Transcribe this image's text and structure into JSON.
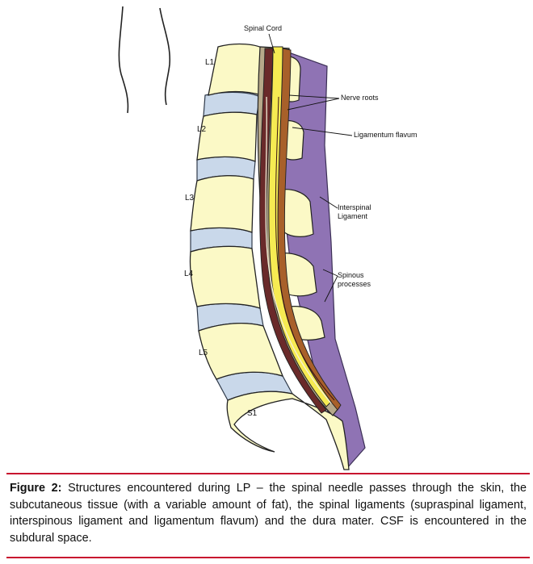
{
  "figure": {
    "labels": {
      "spinal_cord": "Spinal Cord",
      "nerve_roots": "Nerve roots",
      "ligamentum_flavum": "Ligamentum flavum",
      "interspinal_line1": "Interspinal",
      "interspinal_line2": "Ligament",
      "spinous_line1": "Spinous",
      "spinous_line2": "processes"
    },
    "vertebrae": [
      "L1",
      "L2",
      "L3",
      "L4",
      "L5",
      "S1"
    ],
    "colors": {
      "bone": "#fbf9c6",
      "disc": "#c9d8ea",
      "ligament": "#8f73b4",
      "cord": "#f6eb52",
      "root": "#6a2a2a",
      "flavum": "#a8602a",
      "dura": "#b7a98a",
      "accent": "#c8102e"
    }
  },
  "caption": {
    "label": "Figure 2:",
    "text": " Structures encountered during LP – the spinal needle passes through the skin, the subcutaneous tissue (with a variable amount of fat), the spinal ligaments (supraspinal ligament, interspinous ligament and ligamentum flavum) and the dura mater. CSF is encountered in the subdural space."
  }
}
